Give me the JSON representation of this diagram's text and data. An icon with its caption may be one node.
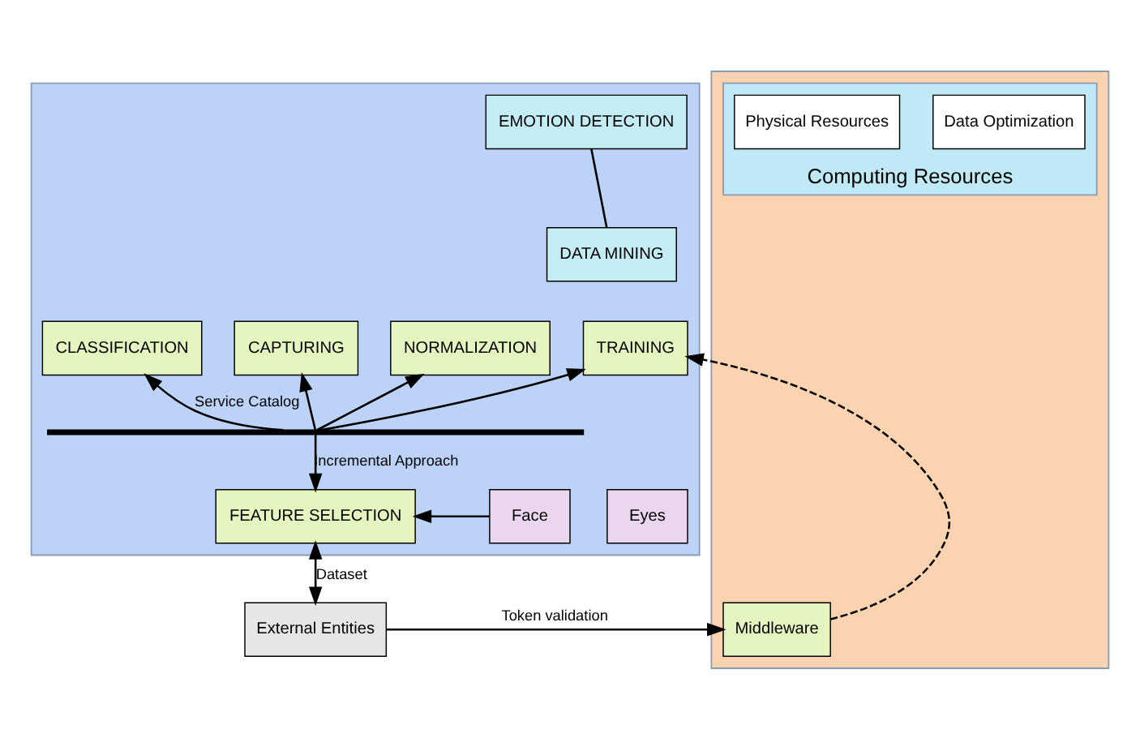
{
  "diagram": {
    "nodes": [
      {
        "text": [],
        "shape": "box"
      },
      {
        "text": [
          "EMOTION DETECTION"
        ],
        "in": 0
      },
      {
        "text": [
          "DATA MINING"
        ],
        "in": 0
      },
      {
        "text": [
          "NORMALIZATION"
        ],
        "in": 0
      },
      {
        "text": [
          "TRAINING"
        ],
        "in": 0
      },
      {
        "text": [
          "CAPTURING"
        ],
        "in": 0
      },
      {
        "text": [
          "CLASSIFICATION"
        ],
        "in": 0
      },
      {
        "text": [
          "FEATURE SELECTION"
        ],
        "in": 0
      },
      {
        "text": [
          "Face"
        ],
        "in": 0
      },
      {
        "text": [
          "Eyes"
        ],
        "in": 0
      },
      {
        "text": [],
        "shape": "box"
      },
      {
        "text": [
          "Middleware"
        ],
        "in": 10
      },
      {
        "text": [
          "Computing Resources"
        ],
        "in": 10
      },
      {
        "text": [
          "Data Optimization"
        ],
        "in": 12
      },
      {
        "text": [
          "Physical Resources"
        ],
        "in": 12
      },
      {
        "text": [
          "External Entities"
        ]
      },
      {
        "text": [],
        "shape": "bar",
        "in": 0
      }
    ],
    "edges": [
      {
        "from": 1,
        "to": 2,
        "arrow": "none"
      },
      {
        "from": 16,
        "to": 3,
        "arrow": "to"
      },
      {
        "from": 16,
        "to": 4,
        "arrow": "to"
      },
      {
        "from": 16,
        "to": 5,
        "arrow": "to"
      },
      {
        "from": 16,
        "to": 6,
        "arrow": "to",
        "label": "Service Catalog"
      },
      {
        "from": 16,
        "to": 7,
        "arrow": "to",
        "label": "Incremental Approach"
      },
      {
        "from": 8,
        "to": 7,
        "arrow": "to"
      },
      {
        "from": 11,
        "to": 4,
        "arrow": "to",
        "style": "dashed"
      },
      {
        "from": 15,
        "to": 11,
        "arrow": "to",
        "label": "Token validation"
      },
      {
        "from": 15,
        "to": 7,
        "arrow": "both",
        "label": "Dataset"
      }
    ]
  }
}
